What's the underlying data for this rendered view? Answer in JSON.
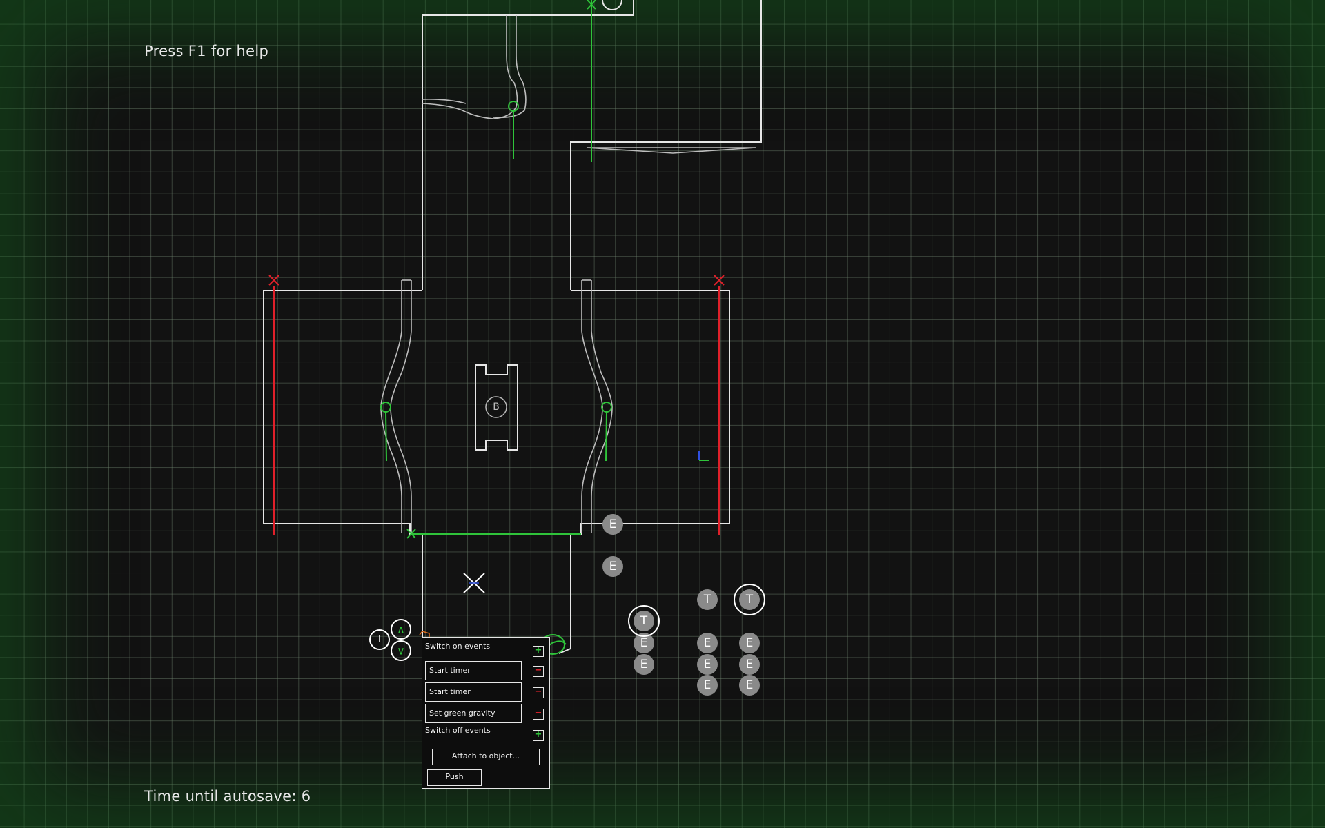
{
  "hud": {
    "help_hint": "Press F1 for help",
    "autosave": "Time until autosave: 6"
  },
  "canvas": {
    "grid_color": "#6e826e",
    "wall_color": "#e6e6e6",
    "red_marker_color": "#e0202a",
    "green_marker_color": "#2fc43a",
    "block_label": "B"
  },
  "markers": {
    "event_label": "E",
    "timer_label": "T",
    "info_label": "I",
    "up_arrow": "∧",
    "down_arrow": "∨"
  },
  "event_panel": {
    "switch_on_label": "Switch on events",
    "on_events": [
      {
        "label": "Start timer"
      },
      {
        "label": "Start timer"
      },
      {
        "label": "Set green gravity"
      }
    ],
    "switch_off_label": "Switch off events",
    "add_symbol": "+",
    "remove_symbol": "−",
    "attach_button": "Attach to object...",
    "push_button": "Push"
  }
}
